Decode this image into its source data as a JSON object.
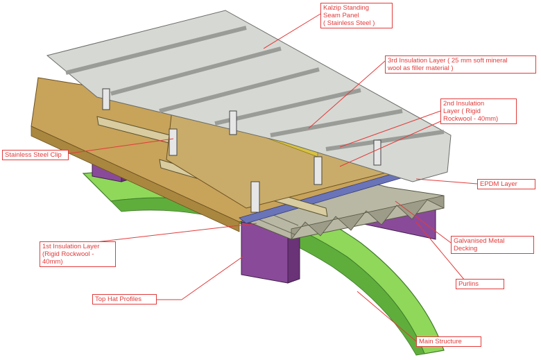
{
  "labels": {
    "kalzip_panel": "Kalzip Standing\nSeam Panel\n( Stainless Steel )",
    "third_insulation": "3rd Insulation Layer ( 25 mm soft mineral\nwool as filler material )",
    "second_insulation": "2nd Insulation\nLayer ( Rigid\nRockwool - 40mm)",
    "stainless_clip": "Stainless Steel Clip",
    "epdm_layer": "EPDM Layer",
    "first_insulation": "1st Insulation Layer\n(Rigid Rockwool -\n40mm)",
    "galvanised_decking": "Galvanised Metal\nDecking",
    "top_hat": "Top Hat Profiles",
    "purlins": "Purlins",
    "main_structure": "Main Structure"
  },
  "colors": {
    "callout_red": "#e23a3a",
    "panel_silver": "#d6d8d3",
    "insulation_tan": "#c8a35a",
    "filler_yellow": "#f0e060",
    "purlin_purple": "#8a4a9a",
    "structure_green": "#8fd85a",
    "epdm_blue": "#6a74b8",
    "decking_grey": "#b8b8a4"
  }
}
